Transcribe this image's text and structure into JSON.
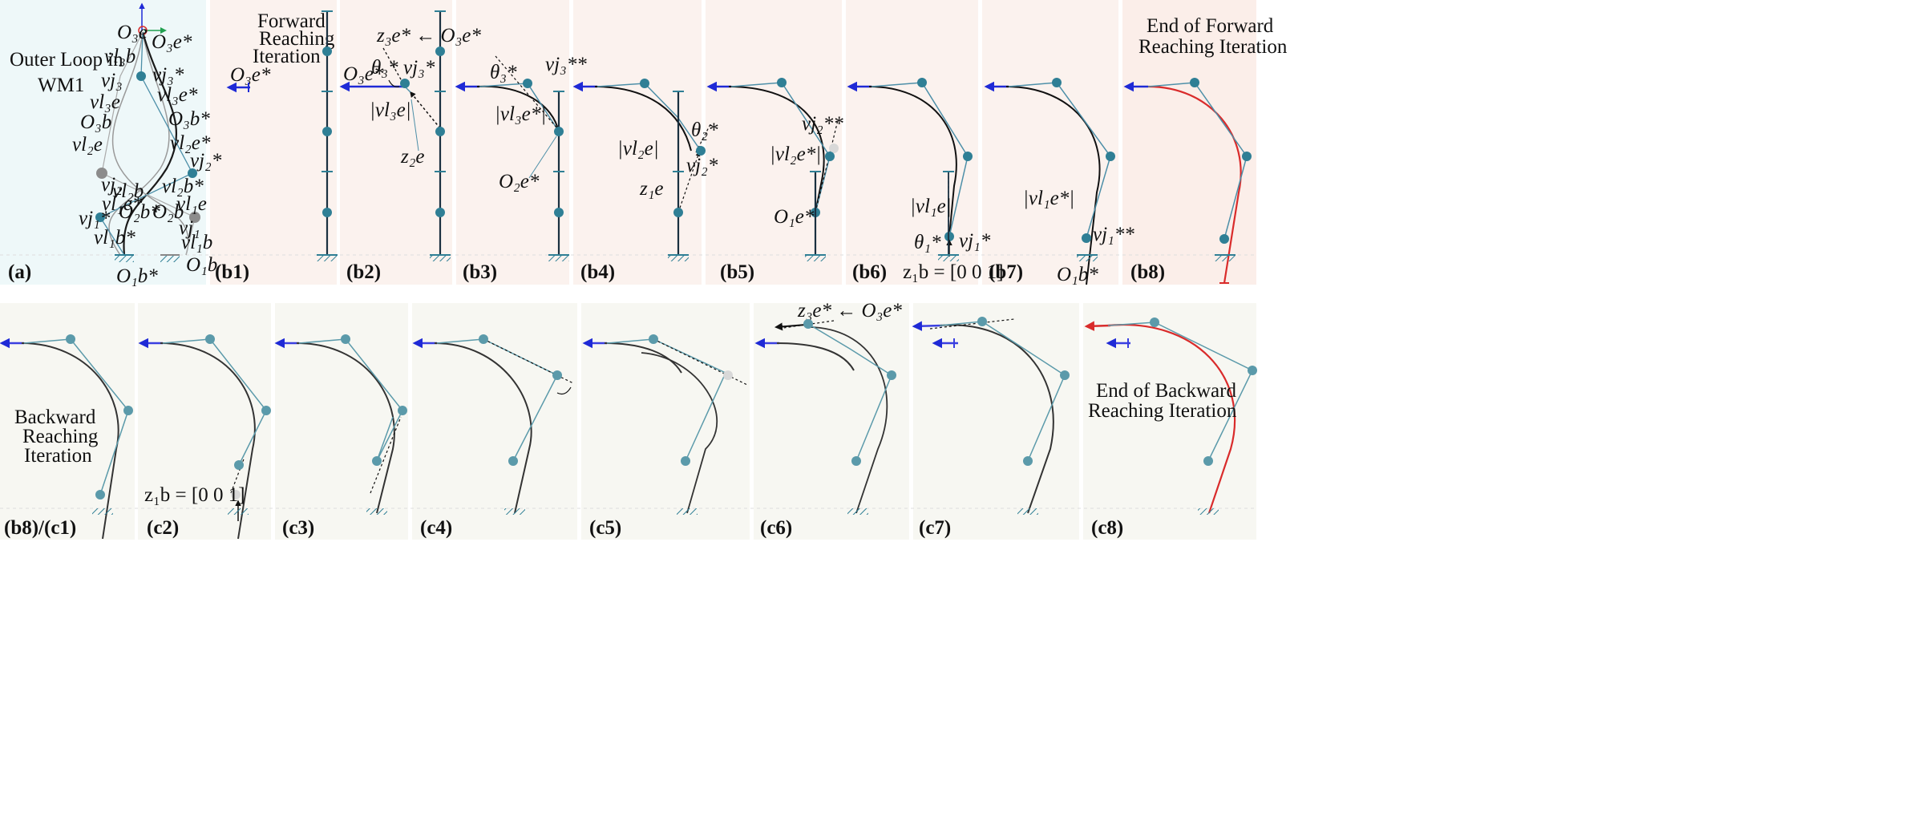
{
  "panels": {
    "a": {
      "label": "(a)",
      "caption": [
        "Outer Loop in",
        "WM1"
      ]
    },
    "b1": {
      "label": "(b1)",
      "caption": [
        "Forward",
        "Reaching",
        "Iteration"
      ]
    },
    "b2": {
      "label": "(b2)"
    },
    "b3": {
      "label": "(b3)"
    },
    "b4": {
      "label": "(b4)"
    },
    "b5": {
      "label": "(b5)"
    },
    "b6": {
      "label": "(b6)",
      "eq": "z₁b = [0 0 1]"
    },
    "b7": {
      "label": "(b7)"
    },
    "b8": {
      "label": "(b8)",
      "caption": [
        "End of Forward",
        "Reaching Iteration"
      ]
    },
    "c1": {
      "label": "(b8)/(c1)",
      "caption": [
        "Backward",
        "Reaching",
        "Iteration"
      ]
    },
    "c2": {
      "label": "(c2)",
      "eq": "z₁b = [0 0 1]"
    },
    "c3": {
      "label": "(c3)"
    },
    "c4": {
      "label": "(c4)"
    },
    "c5": {
      "label": "(c5)"
    },
    "c6": {
      "label": "(c6)",
      "eq": "z₃e* ← O₃e*"
    },
    "c7": {
      "label": "(c7)"
    },
    "c8": {
      "label": "(c8)",
      "caption": [
        "End of Backward",
        "Reaching Iteration"
      ]
    }
  },
  "symbols": {
    "a": {
      "O3e": "O₃e",
      "O3e_star": "O₃e*",
      "vl3b": "vl₃b",
      "vj3": "vj₃",
      "vj3_star": "vj₃*",
      "vl3e": "vl₃e",
      "vl3e_star": "vl₃e*",
      "O3b": "O₃b",
      "O3b_star": "O₃b*",
      "vl2e": "vl₂e",
      "vl2e_star": "vl₂e*",
      "vj2_star": "vj₂*",
      "vj2": "vj₂",
      "vl2b": "vl₂b",
      "vl2b_star": "vl₂b*",
      "vl1e_star": "vl₁e*",
      "O2b_star": "O₂b*",
      "O2b": "O₂b",
      "vl1e": "vl₁e",
      "vj1_star": "vj₁*",
      "vj1": "vj₁",
      "vl1b_star": "vl₁b*",
      "vl1b": "vl₁b",
      "O1b": "O₁b",
      "O1b_star": "O₁b*"
    },
    "b1": {
      "O3e_star": "O₃e*"
    },
    "b2": {
      "z3e_eq": "z₃e* ← O₃e*",
      "O3e_star": "O₃e*",
      "theta3_star": "θ₃*",
      "vj3_star": "vj₃*",
      "abs_vl3e": "|vl₃e|",
      "z2e": "z₂e"
    },
    "b3": {
      "theta3_star": "θ₃*",
      "vj3_2star": "vj₃**",
      "abs_vl3e_star": "|vl₃e*|",
      "O2e_star": "O₂e*"
    },
    "b4": {
      "abs_vl2e": "|vl₂e|",
      "theta2_star": "θ₂*",
      "vj2_star": "vj₂*",
      "z1e": "z₁e"
    },
    "b5": {
      "vj2_2star": "vj₂**",
      "abs_vl2e_star": "|vl₂e*|",
      "O1e_star": "O₁e*"
    },
    "b6": {
      "abs_vl1e": "|vl₁e|",
      "theta1_star": "θ₁*",
      "vj1_star": "vj₁*"
    },
    "b7": {
      "abs_vl1e_star": "|vl₁e*|",
      "vj1_2star": "vj₁**",
      "O1b_star": "O₁b*"
    }
  },
  "colors": {
    "target_arrow": "#1f2ad6",
    "chain_dark": "#1a1a1a",
    "chain_gray": "#9a9a9a",
    "link_teal": "#4d8fa8",
    "joint_teal": "#2f7f95",
    "joint_light": "#5b9aaa",
    "ghost_joint": "#d8d8d8",
    "red_curve": "#d92b2b",
    "axis_green": "#21a050",
    "panel_a_bg": "#eef8f9",
    "panel_b_bg": "#fbf2ee",
    "panel_b8_bg": "#fbeee9",
    "panel_c_bg": "#f7f7f2"
  }
}
